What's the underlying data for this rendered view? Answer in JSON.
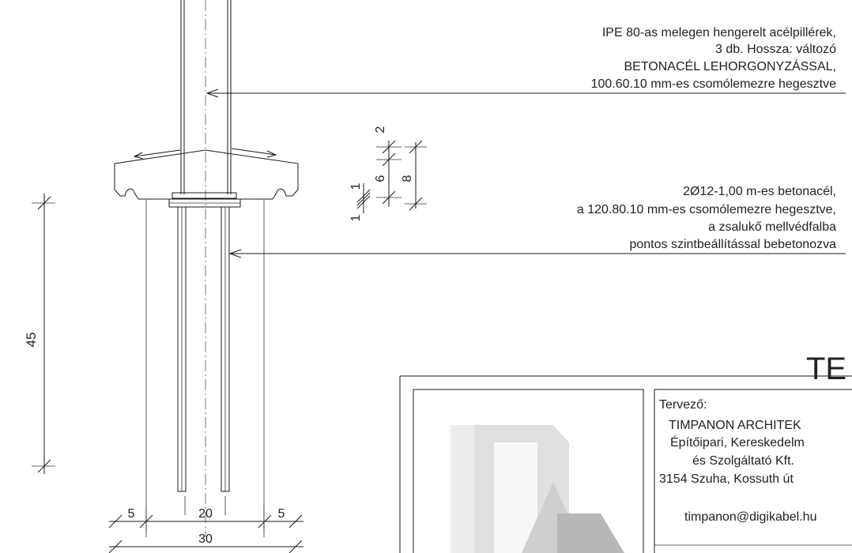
{
  "callouts": {
    "upper": {
      "line1": "IPE 80-as melegen hengerelt acélpillérek,",
      "line2": "3 db. Hossza: változó",
      "line3": "BETONACÉL LEHORGONYZÁSSAL,",
      "line4": "100.60.10 mm-es csomólemezre hegesztve"
    },
    "lower": {
      "line1": "2Ø12-1,00 m-es betonacél,",
      "line2": "a 120.80.10 mm-es csomólemezre hegesztve,",
      "line3": "a zsalukő mellvédfalba",
      "line4": "pontos szintbeállítással bebetonozva"
    }
  },
  "dimensions": {
    "height_45": "45",
    "plate_2": "2",
    "plate_6": "6",
    "plate_8": "8",
    "plate_1a": "1",
    "plate_1b": "1",
    "width_5_left": "5",
    "width_20": "20",
    "width_5_right": "5",
    "width_30": "30"
  },
  "title_partial": "TE",
  "title_block": {
    "designer_label": "Tervező:",
    "company_line1": "TIMPANON ARCHITEK",
    "company_line2": "Építőipari, Kereskedelm",
    "company_line3": "és Szolgáltató Kft.",
    "address": "3154  Szuha, Kossuth út",
    "email": "timpanon@digikabel.hu"
  }
}
